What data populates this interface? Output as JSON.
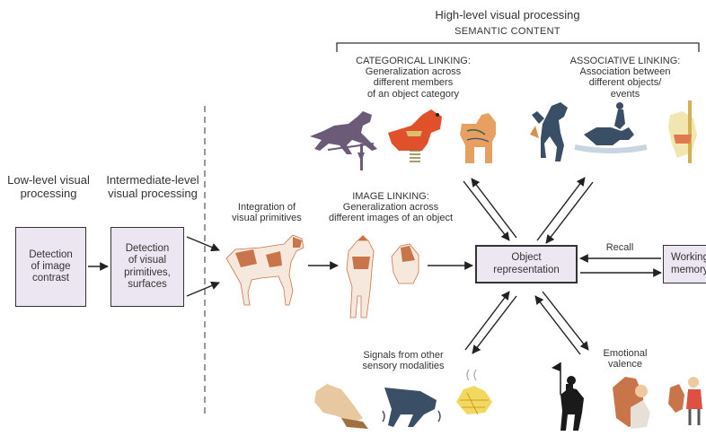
{
  "header": {
    "title": "High-level visual processing",
    "subtitle": "SEMANTIC CONTENT"
  },
  "left_labels": {
    "low_level": "Low-level visual\nprocessing",
    "intermediate": "Intermediate-level\nvisual processing"
  },
  "boxes": {
    "detection_contrast": "Detection\nof image\ncontrast",
    "detection_primitives": "Detection\nof visual\nprimitives,\nsurfaces",
    "object_representation": "Object\nrepresentation",
    "working_memory": "Working\nmemory"
  },
  "labels": {
    "integration": "Integration of\nvisual primitives",
    "categorical_title": "CATEGORICAL  LINKING:",
    "categorical_desc": "Generalization across\ndifferent members\nof an object category",
    "associative_title": "ASSOCIATIVE LINKING:",
    "associative_desc": "Association between\ndifferent objects/\nevents",
    "image_linking_title": "IMAGE LINKING:",
    "image_linking_desc": "Generalization across\ndifferent images of an object",
    "recall": "Recall",
    "signals": "Signals from other\nsensory modalities",
    "emotional": "Emotional\nvalence"
  },
  "colors": {
    "box_fill": "#ebe6f1",
    "weathervane": "#6b5a78",
    "rocking_horse": "#e0502a",
    "dala_horse": "#e8a060",
    "paint_horse": "#c8754a",
    "blue_horse": "#3a4e66"
  }
}
